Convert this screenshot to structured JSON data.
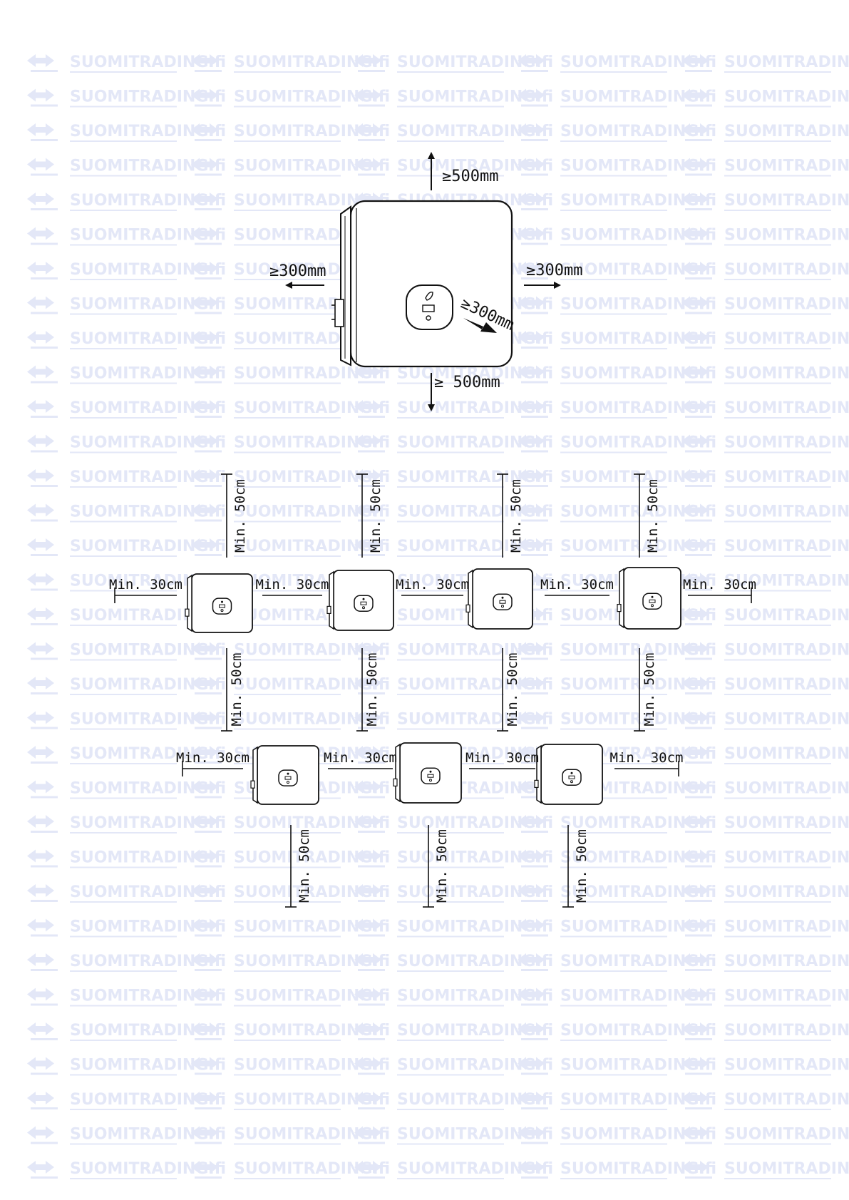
{
  "watermark": {
    "text": "SUOMITRADING.fi",
    "color": "#e3e7f7"
  },
  "top_diagram": {
    "label_top": "≥500mm",
    "label_bottom": "≥ 500mm",
    "label_left": "≥300mm",
    "label_right": "≥300mm",
    "label_front": "≥300mm",
    "icons": [
      "leaf-icon",
      "display-icon",
      "button-icon"
    ]
  },
  "layout_diagram": {
    "vertical_label": "Min. 50cm",
    "horizontal_label": "Min. 30cm",
    "rows": [
      {
        "name": "upper",
        "units": 4
      },
      {
        "name": "lower",
        "units": 3
      }
    ]
  }
}
